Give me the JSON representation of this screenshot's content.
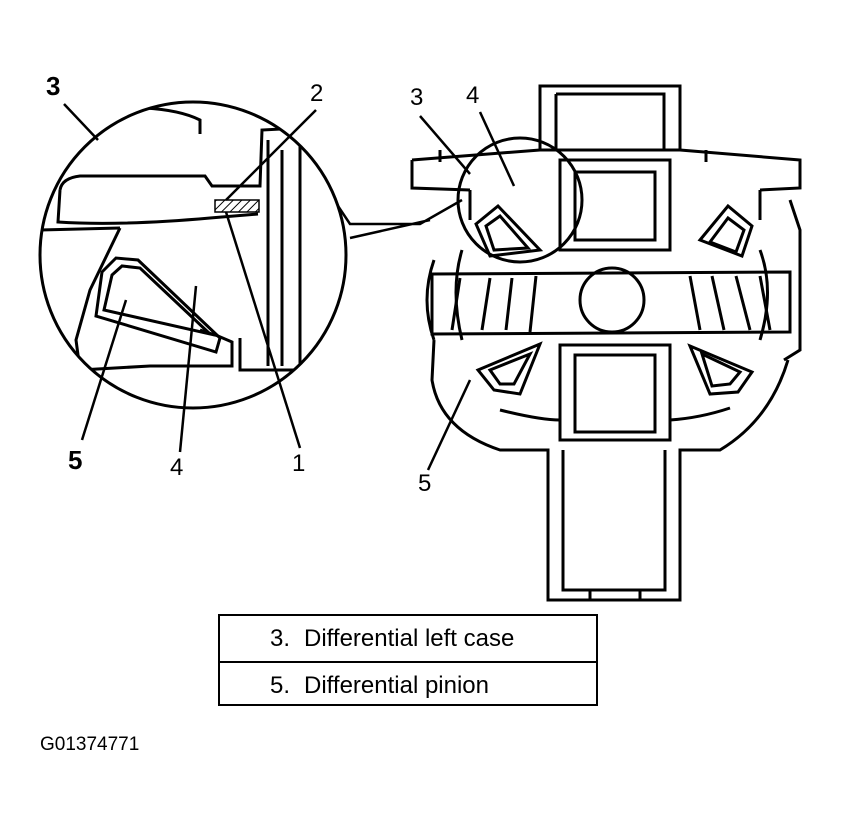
{
  "inset_callouts": {
    "case": "3",
    "washer_top": "2",
    "pinion_bottom": "5",
    "gear": "4",
    "washer_bottom": "1"
  },
  "main_callouts": {
    "case": "3",
    "gear": "4",
    "pinion": "5"
  },
  "legend": {
    "rows": [
      {
        "number": "3.",
        "description": "Differential left case"
      },
      {
        "number": "5.",
        "description": "Differential pinion"
      }
    ]
  },
  "figure_id": "G01374771"
}
